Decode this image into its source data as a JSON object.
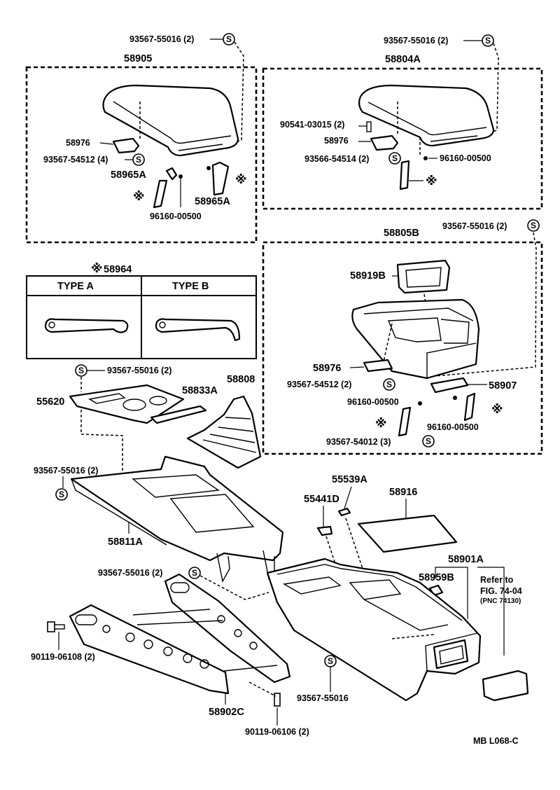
{
  "labels": {
    "bolt_top_left": "93567-55016 (2)",
    "bolt_top_right": "93567-55016 (2)",
    "asm_left_lid": "58905",
    "asm_right_lid": "58804A",
    "hinge_left": "58976",
    "screw_left": "93567-54512 (4)",
    "hinge_a_left": "58965A",
    "hinge_a_right": "58965A",
    "clip_left": "96160-00500",
    "screw_90541": "90541-03015 (2)",
    "hinge_right": "58976",
    "screw_93566": "93566-54514 (2)",
    "clip_right": "96160-00500",
    "asm_58805": "58805B",
    "bolt_58805": "93567-55016 (2)",
    "pad_58919": "58919B",
    "bracket_58976_b": "58976",
    "screw_58976_b": "93567-54512 (2)",
    "part_58907": "58907",
    "clip_b1": "96160-00500",
    "clip_b2": "96160-00500",
    "screw_54012": "93567-54012 (3)",
    "type_header": "58964",
    "type_a": "TYPE  A",
    "type_b": "TYPE  B",
    "bolt_55620": "93567-55016 (2)",
    "plate_55620": "55620",
    "strip_58833": "58833A",
    "boot_58808": "58808",
    "bolt_58811": "93567-55016 (2)",
    "panel_58811": "58811A",
    "clip_55539": "55539A",
    "clip_55441": "55441D",
    "mat_58916": "58916",
    "console_58901": "58901A",
    "plug_58959": "58959B",
    "refer_line1": "Refer to",
    "refer_line2": "FIG. 74-04",
    "refer_line3": "(PNC 74130)",
    "bolt_console": "93567-55016 (2)",
    "bolt_90119_left": "90119-06108 (2)",
    "bracket_58902": "58902C",
    "bolt_console_bottom": "93567-55016",
    "bolt_90119_bottom": "90119-06106 (2)",
    "footer_code": "MB  L068-C"
  },
  "symbols": {
    "s_mark": "S",
    "asterisk_mark": "※"
  }
}
